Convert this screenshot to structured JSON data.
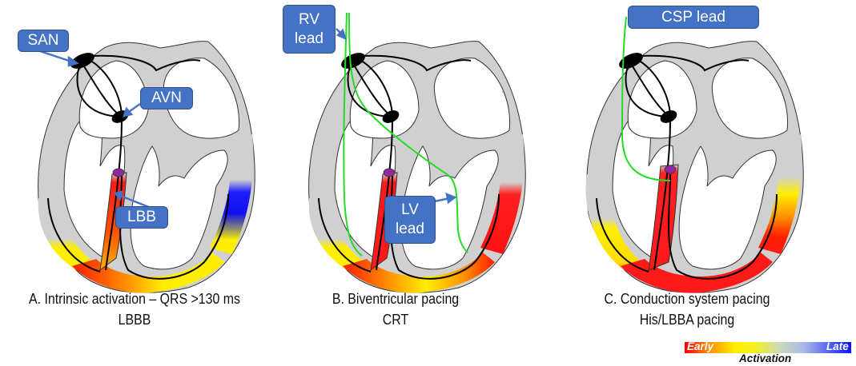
{
  "colors": {
    "callout_fill": "#4472C4",
    "callout_text": "#FFFFFF",
    "heart_wall": "#D0D0D0",
    "lead_green": "#22DD22",
    "node_black": "#000000",
    "his_purple": "#8E2AA0",
    "early": "#FF0000",
    "mid": "#FFEE00",
    "late": "#1010FF"
  },
  "panels": [
    {
      "id": "A",
      "callouts": [
        {
          "name": "san",
          "text": "SAN",
          "points_to": "sinoatrial node"
        },
        {
          "name": "avn",
          "text": "AVN",
          "points_to": "atrioventricular node"
        },
        {
          "name": "lbb",
          "text": "LBB",
          "points_to": "left bundle branch"
        }
      ],
      "caption_line1": "A. Intrinsic activation – QRS >130 ms",
      "caption_line2": "LBBB",
      "activation": {
        "septum": "early",
        "rv_free_wall": "mid",
        "apex": "early-mid",
        "lv_lateral_wall": "late"
      }
    },
    {
      "id": "B",
      "callouts": [
        {
          "name": "rv-lead",
          "text": "RV\nlead",
          "points_to": "right ventricular lead"
        },
        {
          "name": "lv-lead",
          "text": "LV\nlead",
          "points_to": "left ventricular lead"
        }
      ],
      "caption_line1": "B. Biventricular pacing",
      "caption_line2": "CRT",
      "activation": {
        "septum": "early",
        "rv_free_wall": "mid",
        "apex": "mid",
        "lv_lateral_wall": "early"
      }
    },
    {
      "id": "C",
      "callouts": [
        {
          "name": "csp-lead",
          "text": "CSP lead",
          "points_to": "conduction system pacing lead"
        }
      ],
      "caption_line1": "C. Conduction system pacing",
      "caption_line2": "His/LBBA pacing",
      "activation": {
        "septum": "early",
        "rv_free_wall": "mid",
        "apex": "early",
        "lv_lateral_wall": "mid"
      }
    }
  ],
  "legend": {
    "early_label": "Early",
    "late_label": "Late",
    "title": "Activation"
  }
}
